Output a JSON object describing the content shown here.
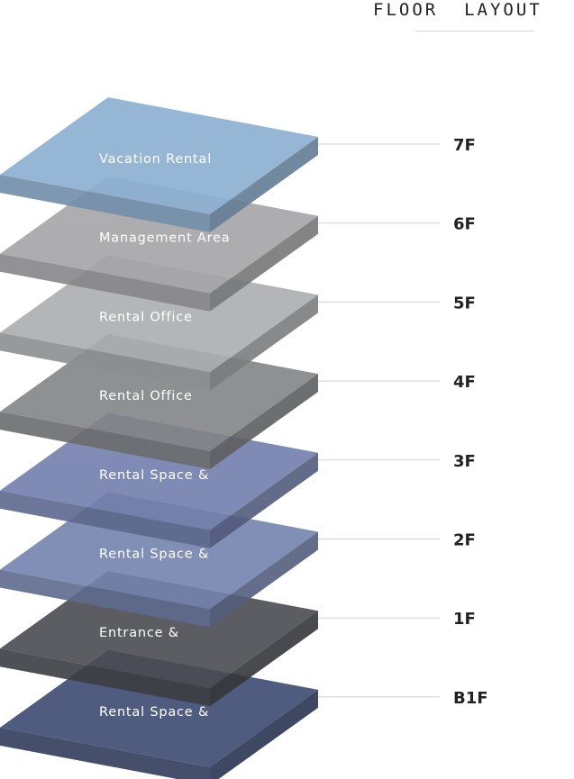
{
  "title": "FLOOR  LAYOUT",
  "floors": [
    {
      "level": "7F",
      "label": "Vacation Rental",
      "color": "#8db0d2"
    },
    {
      "level": "6F",
      "label": "Management Area",
      "color": "#a5a5a7"
    },
    {
      "level": "5F",
      "label": "Rental Office",
      "color": "#acadaf"
    },
    {
      "level": "4F",
      "label": "Rental Office",
      "color": "#828486"
    },
    {
      "level": "3F",
      "label": "Rental Space &",
      "color": "#727fac"
    },
    {
      "level": "2F",
      "label": "Rental Space &",
      "color": "#7482ad"
    },
    {
      "level": "1F",
      "label": "Entrance &",
      "color": "#4a4c52"
    },
    {
      "level": "B1F",
      "label": "Rental Space &",
      "color": "#3c4a72"
    }
  ]
}
